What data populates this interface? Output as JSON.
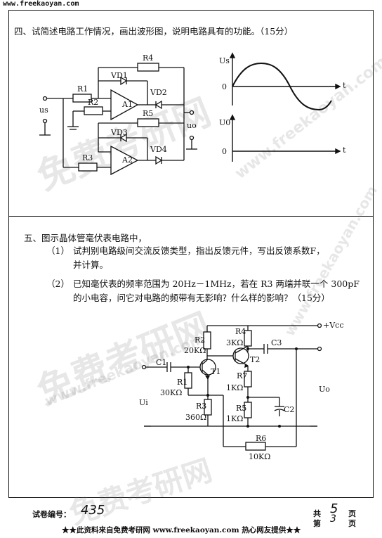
{
  "header": {
    "url": "www.freekaoyan.com"
  },
  "q4": {
    "text": "四、试简述电路工作情况，画出波形图，说明电路具有的功能。（15分）",
    "labels": {
      "R1": "R1",
      "R2": "R2",
      "R3": "R3",
      "R4": "R4",
      "R5": "R5",
      "VD1": "VD1",
      "VD2": "VD2",
      "VD3": "VD3",
      "VD4": "VD4",
      "A1": "A1",
      "A2": "A2",
      "us": "us",
      "uo": "uo"
    },
    "graph_top": {
      "ylabel": "Us",
      "zero": "0",
      "xlabel": "t"
    },
    "graph_bottom": {
      "ylabel": "U0",
      "zero": "0",
      "xlabel": "t"
    }
  },
  "q5": {
    "title": "五、图示晶体管毫伏表电路中，",
    "item1_num": "（1）",
    "item1_line1": "试判别电路级间交流反馈类型，指出反馈元件，写出反馈系数F，",
    "item1_line2": "并计算。",
    "item2_num": "（2）",
    "item2_line1": "已知毫伏表的频率范围为 20Hz－1MHz，若在 R3 两端并联一个 300pF",
    "item2_line2": "的小电容，问它对电路的频带有无影响？什么样的影响？（15分）",
    "labels": {
      "R2": "R2",
      "R2v": "20KΩ",
      "R4": "R4",
      "R4v": "3KΩ",
      "C1": "C1",
      "C3": "C3",
      "T1": "T1",
      "T2": "T2",
      "R1": "R1",
      "R1v": "30KΩ",
      "R7": "R7",
      "R7v": "1KΩ",
      "R3": "R3",
      "R3v": "360Ω",
      "R5": "R5",
      "R5v": "1KΩ",
      "C2": "C2",
      "R6": "R6",
      "R6v": "10KΩ",
      "vcc": "+Vcc",
      "ui": "Ui",
      "uo": "Uo"
    }
  },
  "footer": {
    "code_label": "试卷编号：",
    "code_value": "435",
    "total_label": "共",
    "total_pages": "5",
    "page_unit": "页",
    "current_label": "第",
    "current_page": "3",
    "current_unit": "页",
    "banner": "★★此资料来自免费考研网 www.freekaoyan.com 热心网友提供★★"
  },
  "watermark": {
    "text_cn": "免费考研网",
    "text_en": "www.freekaoyan.com"
  }
}
